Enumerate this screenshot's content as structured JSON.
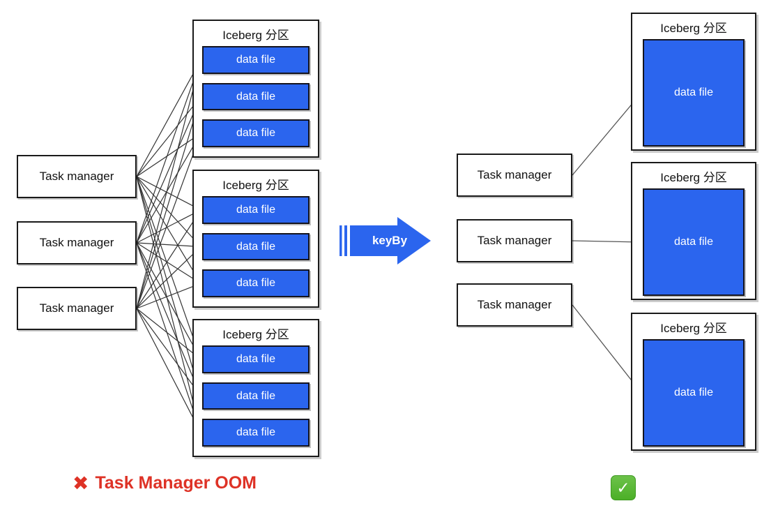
{
  "diagram": {
    "title_left_verdict": "Task Manager OOM",
    "title_right_verdict": "",
    "transform_label": "keyBy",
    "icons": {
      "cross": "✖",
      "check": "✓"
    },
    "colors": {
      "data_file_blue": "#2B65EE",
      "arrow_blue": "#2B65EE",
      "error_red": "#DE3226",
      "success_green": "#4CAF27",
      "outline": "#1a1a1a"
    }
  },
  "left_side": {
    "task_managers": [
      {
        "label": "Task manager"
      },
      {
        "label": "Task manager"
      },
      {
        "label": "Task manager"
      }
    ],
    "partitions": [
      {
        "title": "Iceberg 分区",
        "data_files": [
          {
            "label": "data file"
          },
          {
            "label": "data file"
          },
          {
            "label": "data file"
          }
        ]
      },
      {
        "title": "Iceberg 分区",
        "data_files": [
          {
            "label": "data file"
          },
          {
            "label": "data file"
          },
          {
            "label": "data file"
          }
        ]
      },
      {
        "title": "Iceberg 分区",
        "data_files": [
          {
            "label": "data file"
          },
          {
            "label": "data file"
          },
          {
            "label": "data file"
          }
        ]
      }
    ]
  },
  "right_side": {
    "task_managers": [
      {
        "label": "Task manager"
      },
      {
        "label": "Task manager"
      },
      {
        "label": "Task manager"
      }
    ],
    "partitions": [
      {
        "title": "Iceberg 分区",
        "data_files": [
          {
            "label": "data file"
          }
        ]
      },
      {
        "title": "Iceberg 分区",
        "data_files": [
          {
            "label": "data file"
          }
        ]
      },
      {
        "title": "Iceberg 分区",
        "data_files": [
          {
            "label": "data file"
          }
        ]
      }
    ]
  }
}
